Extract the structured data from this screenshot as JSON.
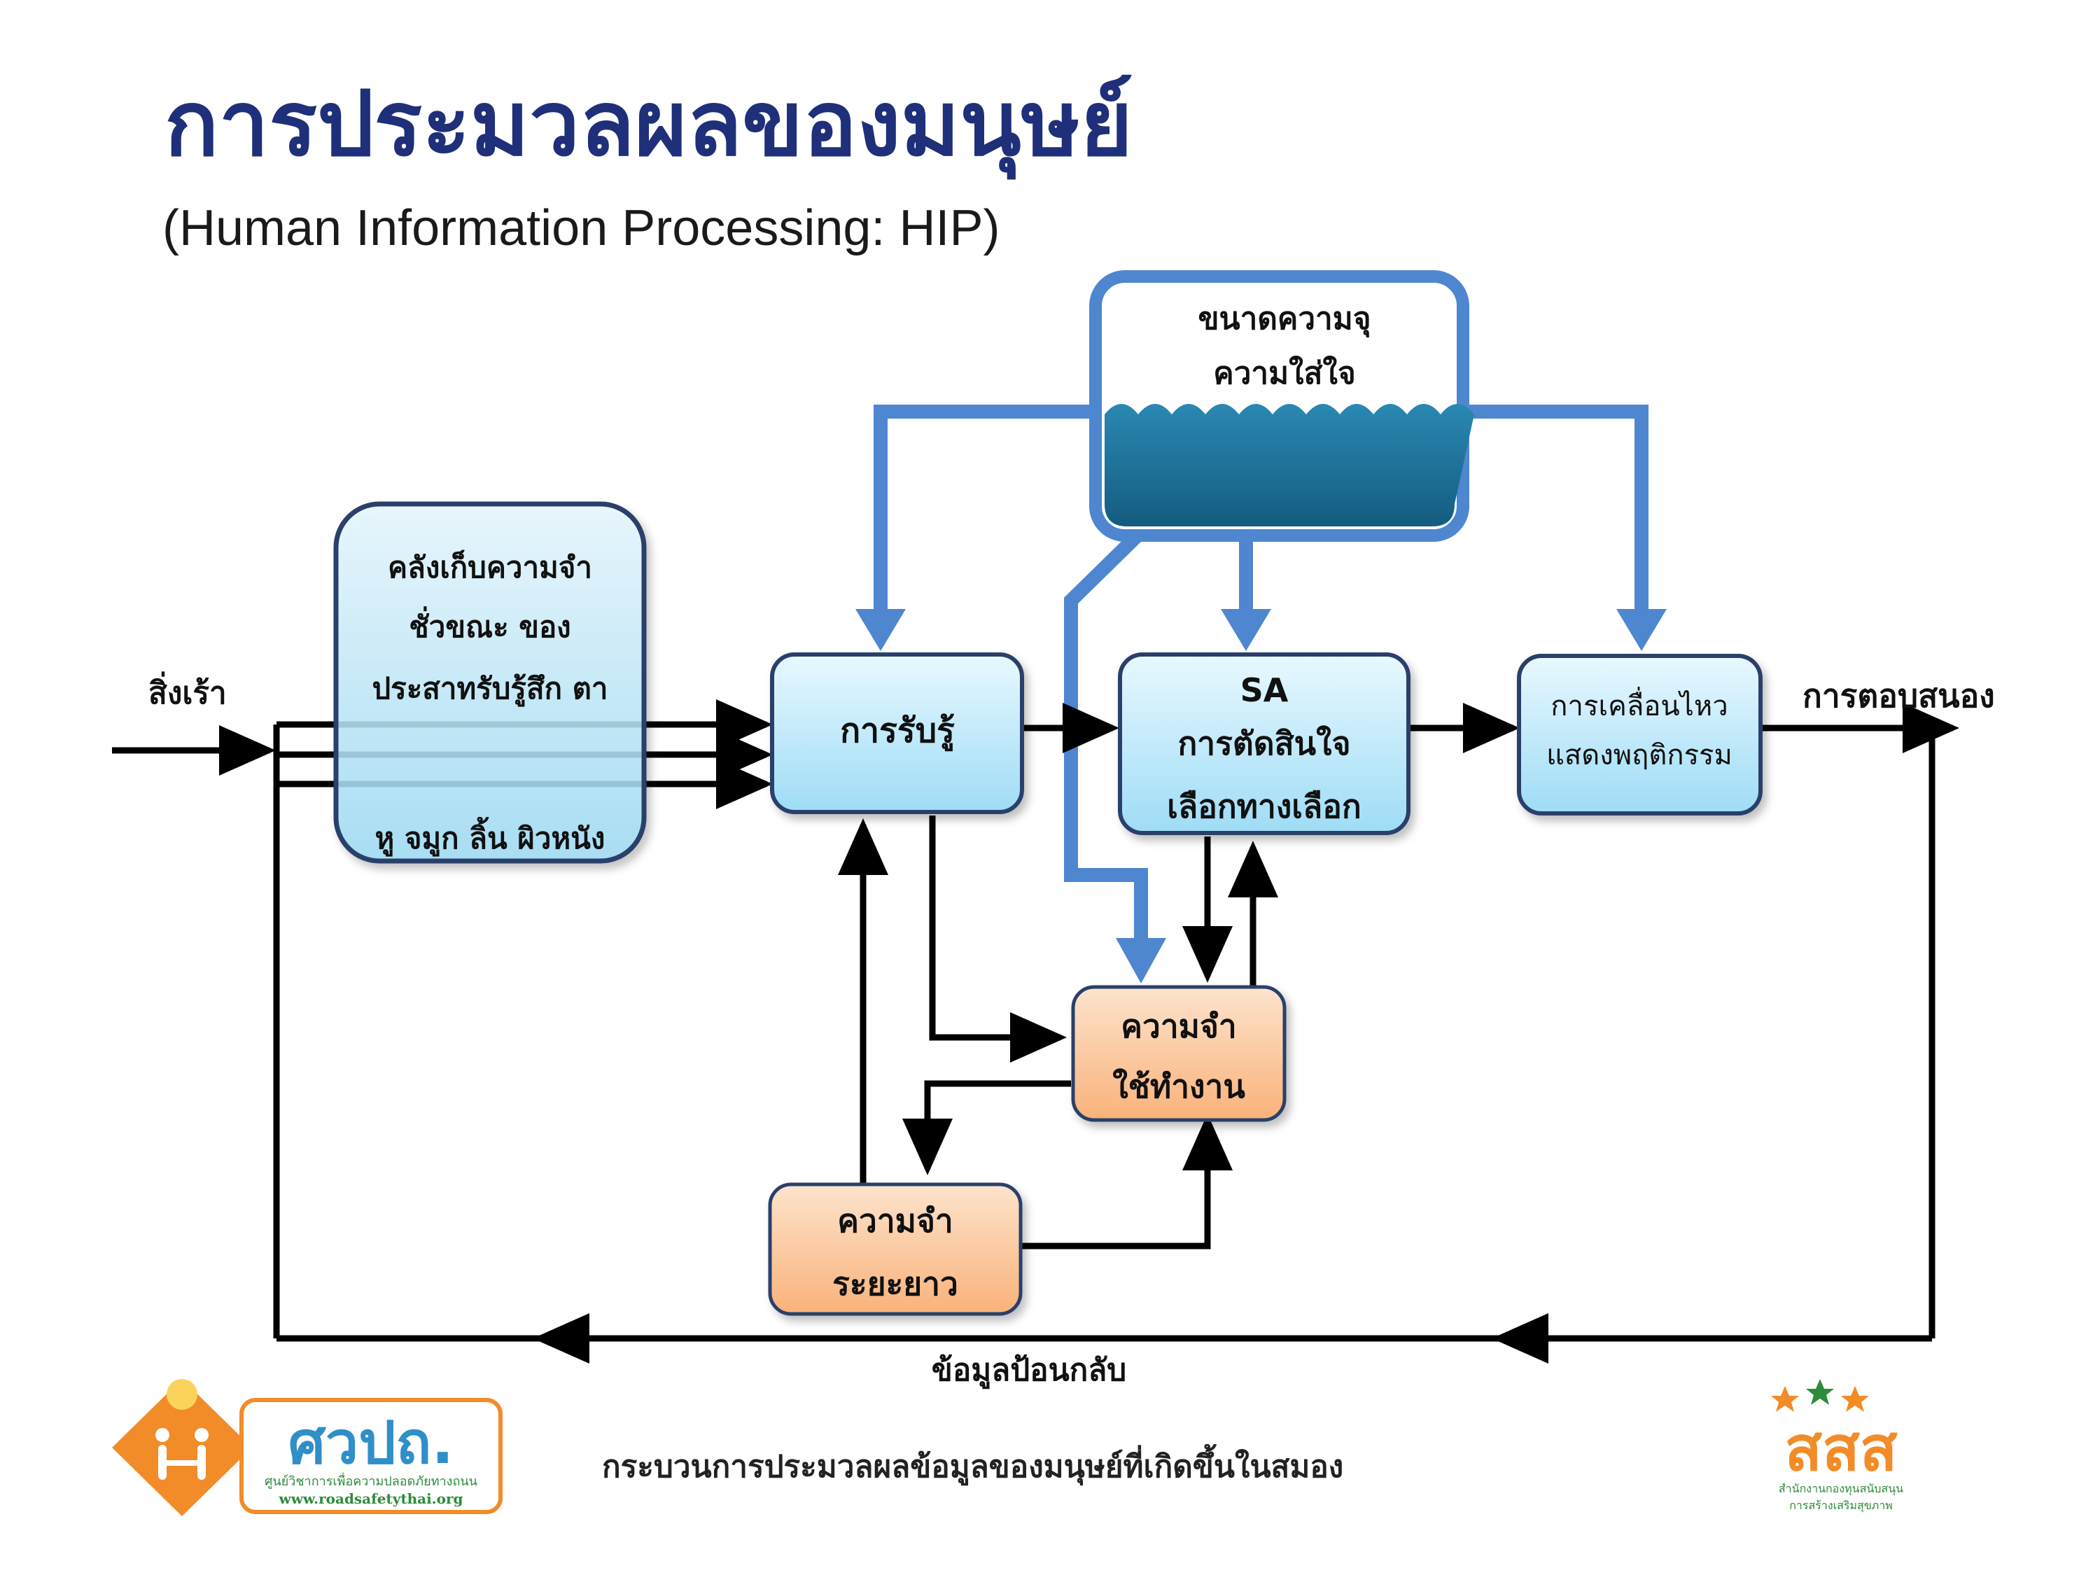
{
  "title": "การประมวลผลของมนุษย์",
  "subtitle": "(Human Information Processing: HIP)",
  "diagram": {
    "stimulus_label": "สิ่งเร้า",
    "response_label": "การตอบสนอง",
    "feedback_label": "ข้อมูลป้อนกลับ",
    "sensory_memory": {
      "line1": "คลังเก็บความจำ",
      "line2": "ชั่วขณะ ของ",
      "line3": "ประสาทรับรู้สึก ตา",
      "line4": "หู จมูก ลิ้น ผิวหนัง"
    },
    "attention": {
      "line1": "ขนาดความจุ",
      "line2": "ความใส่ใจ"
    },
    "perception": "การรับรู้",
    "decision": {
      "line1": "SA",
      "line2": "การตัดสินใจ",
      "line3": "เลือกทางเลือก"
    },
    "action": {
      "line1": "การเคลื่อนไหว",
      "line2": "แสดงพฤติกรรม"
    },
    "working_memory": {
      "line1": "ความจำ",
      "line2": "ใช้ทำงาน"
    },
    "long_term_memory": {
      "line1": "ความจำ",
      "line2": "ระยะยาว"
    }
  },
  "caption": "กระบวนการประมวลผลข้อมูลของมนุษย์ที่เกิดขึ้นในสมอง",
  "logo_left": {
    "name": "ศวปถ.",
    "tagline": "ศูนย์วิชาการเพื่อความปลอดภัยทางถนน",
    "url": "www.roadsafetythai.org"
  },
  "logo_right": {
    "name": "สสส",
    "line1": "สำนักงานกองทุนสนับสนุน",
    "line2": "การสร้างเสริมสุขภาพ"
  },
  "colors": {
    "title": "#1f2f7a",
    "blue_arrow": "#4f86d0",
    "blue_box_fill": "#bfe8fb",
    "orange_box_fill": "#fbc79a",
    "water": "#1b6f94",
    "logo_orange": "#f28c28",
    "logo_green": "#2e8b3a"
  }
}
